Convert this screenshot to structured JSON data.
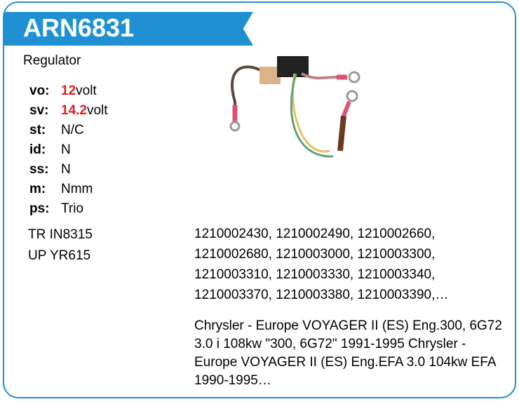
{
  "title": "ARN6831",
  "type": "Regulator",
  "specs": [
    {
      "key": "vo:",
      "value": "12",
      "unit": " volt",
      "highlight": true
    },
    {
      "key": "sv:",
      "value": "14.2",
      "unit": " volt",
      "highlight": true
    },
    {
      "key": "st:",
      "value": "N/C",
      "unit": ""
    },
    {
      "key": "id:",
      "value": "N",
      "unit": ""
    },
    {
      "key": "ss:",
      "value": "N",
      "unit": ""
    },
    {
      "key": "m:",
      "value": "N",
      "unit": " mm"
    },
    {
      "key": "ps:",
      "value": "Trio",
      "unit": ""
    }
  ],
  "refs": [
    "TR IN8315",
    "UP YR615"
  ],
  "oems": [
    "1210002430, 1210002490, 1210002660,",
    "1210002680, 1210003000, 1210003300,",
    "1210003310, 1210003330, 1210003340,",
    "1210003370, 1210003380, 1210003390,…"
  ],
  "cars": "Chrysler - Europe VOYAGER II (ES) Eng.300, 6G72 3.0 i 108kw \"300, 6G72\" 1991-1995 Chrysler - Europe VOYAGER II (ES) Eng.EFA 3.0 104kw EFA 1990-1995…"
}
